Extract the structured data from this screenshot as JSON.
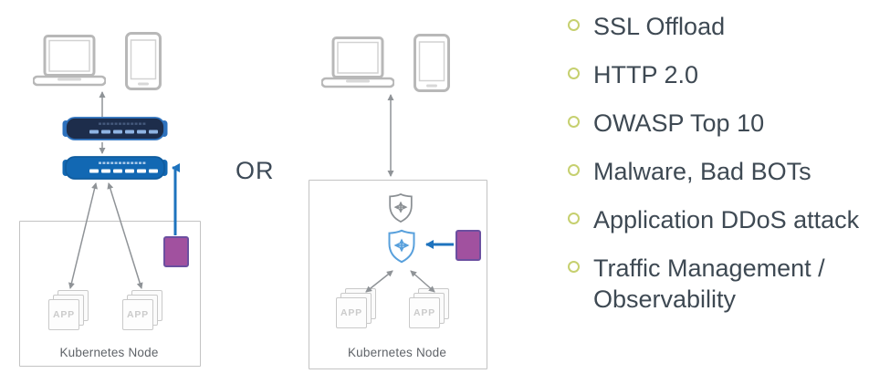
{
  "colors": {
    "accent_blue": "#1268b3",
    "appliance_dark_navy": "#1d2d4b",
    "arrow_blue": "#1e73be",
    "arrow_gray": "#8f9397",
    "purple_box": "#a1519f",
    "shield_blue": "#58a0dc",
    "shield_gray": "#8b9094",
    "bullet_green": "#c6d06f",
    "text_dark": "#3e4953"
  },
  "diagram": {
    "or_label": "OR",
    "app_label": "APP",
    "left": {
      "node_label": "Kubernetes Node"
    },
    "middle": {
      "node_label": "Kubernetes Node"
    }
  },
  "features": {
    "items": [
      "SSL Offload",
      "HTTP 2.0",
      "OWASP Top 10",
      "Malware, Bad BOTs",
      "Application DDoS attack",
      "Traffic Management / Observability"
    ]
  }
}
